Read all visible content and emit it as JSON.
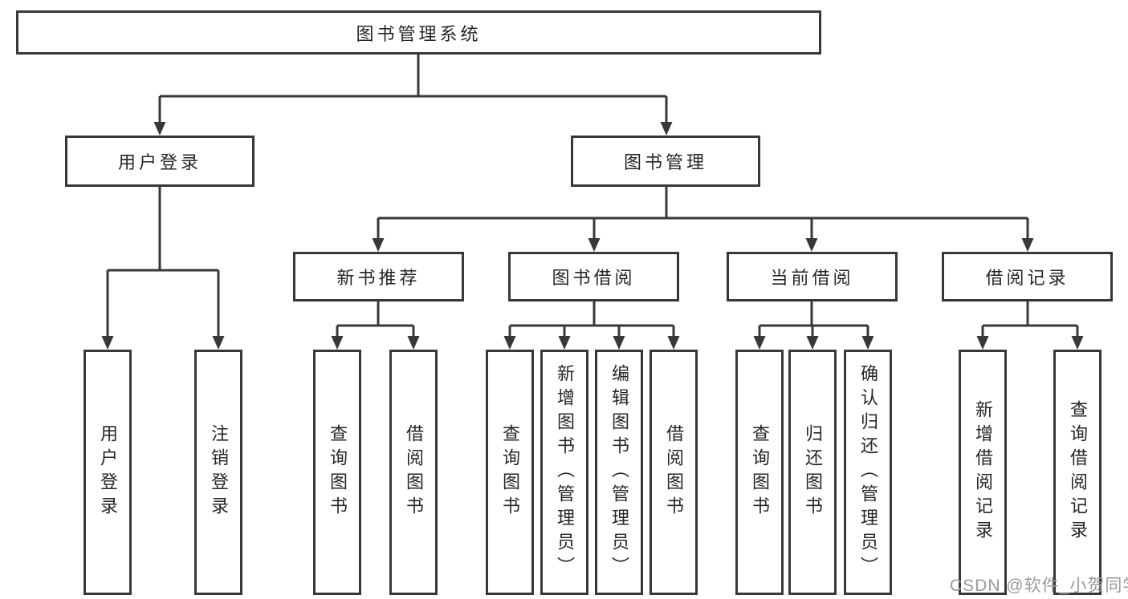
{
  "tree": {
    "root": "图书管理系统",
    "level2": [
      {
        "label": "用户登录"
      },
      {
        "label": "图书管理"
      }
    ],
    "level3": [
      {
        "label": "新书推荐"
      },
      {
        "label": "图书借阅"
      },
      {
        "label": "当前借阅"
      },
      {
        "label": "借阅记录"
      }
    ],
    "leaves": {
      "user": [
        "用户登录",
        "注销登录"
      ],
      "recommend": [
        "查询图书",
        "借阅图书"
      ],
      "borrow": [
        "查询图书",
        "新增图书（管理员）",
        "编辑图书（管理员）",
        "借阅图书"
      ],
      "current": [
        "查询图书",
        "归还图书",
        "确认归还（管理员）"
      ],
      "records": [
        "新增借阅记录",
        "查询借阅记录"
      ]
    }
  },
  "watermark": "CSDN @软件_小贺同学",
  "colors": {
    "line": "#383838",
    "box_border": "#383838",
    "box_fill": "#ffffff",
    "text": "#262626",
    "watermark": "#9a9a9a",
    "background": "#ffffff"
  }
}
